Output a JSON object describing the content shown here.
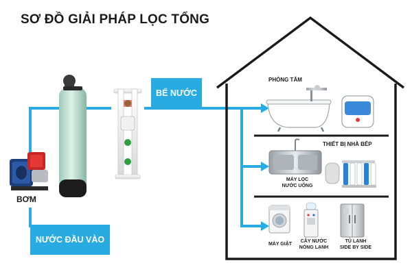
{
  "title": "SƠ ĐỒ GIẢI PHÁP LỌC TỔNG",
  "labels": {
    "pump": "BƠM",
    "inlet": "NƯỚC ĐẦU VÀO",
    "tank": "BỂ NƯỚC",
    "bathroom": "PHÒNG TẮM",
    "kitchen": "THIẾT BỊ NHÀ BẾP",
    "purifier_line1": "MÁY LỌC",
    "purifier_line2": "NƯỚC UỐNG",
    "washer": "MÁY GIẶT",
    "dispenser_line1": "CÂY NƯỚC",
    "dispenser_line2": "NÓNG LẠNH",
    "fridge_line1": "TỦ LẠNH",
    "fridge_line2": "SIDE BY SIDE"
  },
  "colors": {
    "pipe": "#29abe2",
    "house": "#1a1a1a",
    "text": "#1a1a1a"
  }
}
